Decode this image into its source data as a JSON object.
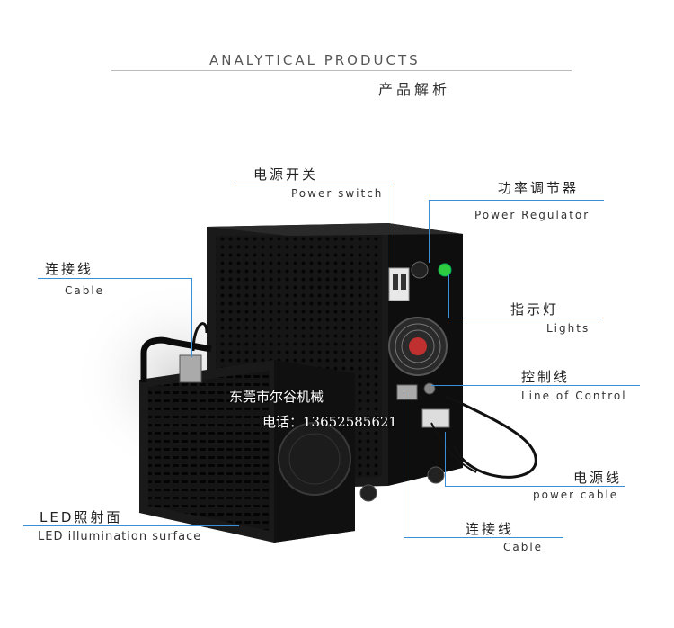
{
  "header": {
    "title_en": "ANALYTICAL PRODUCTS",
    "title_cn": "产品解析"
  },
  "labels": {
    "power_switch": {
      "cn": "电源开关",
      "en": "Power switch"
    },
    "power_regulator": {
      "cn": "功率调节器",
      "en": "Power Regulator"
    },
    "cable_left": {
      "cn": "连接线",
      "en": "Cable"
    },
    "lights": {
      "cn": "指示灯",
      "en": "Lights"
    },
    "control_line": {
      "cn": "控制线",
      "en": "Line of Control"
    },
    "power_cable": {
      "cn": "电源线",
      "en": "power cable"
    },
    "led_surface": {
      "cn": "LED照射面",
      "en": "LED illumination surface"
    },
    "cable_bottom": {
      "cn": "连接线",
      "en": "Cable"
    }
  },
  "watermark": {
    "company": "东莞市尔谷机械",
    "phone": "电话：13652585621"
  },
  "colors": {
    "accent_line": "#3a8fd8",
    "device_body": "#111111",
    "background": "#ffffff"
  }
}
